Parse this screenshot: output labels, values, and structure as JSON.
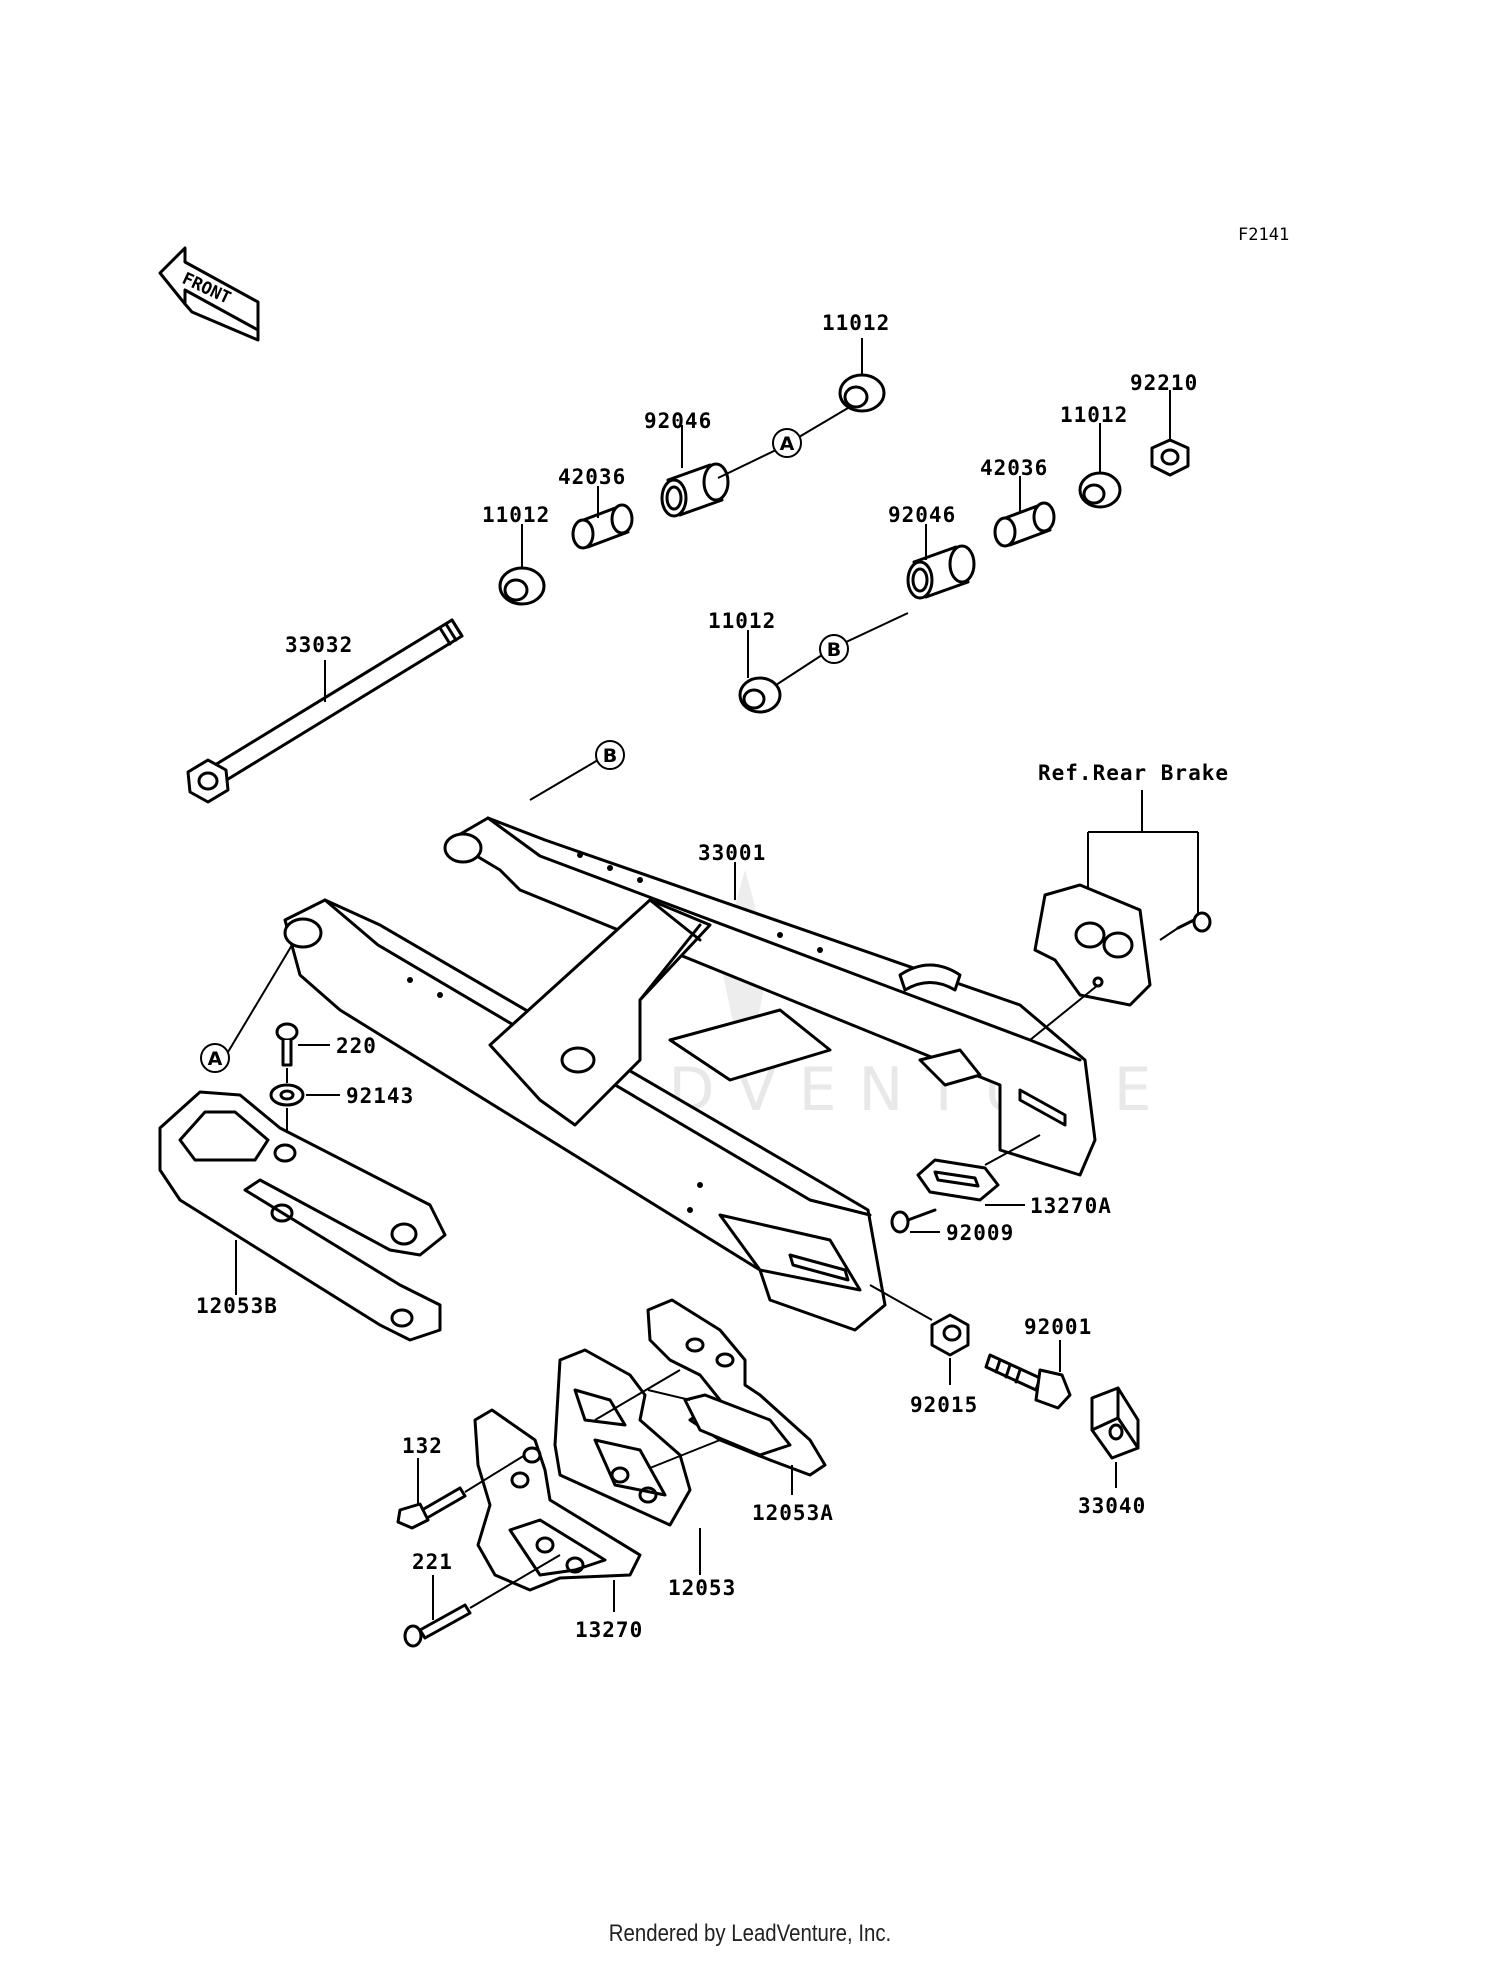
{
  "figure_code": "F2141",
  "front_label": "FRONT",
  "watermark": "LEADVENTURE",
  "footer": "Rendered by LeadVenture, Inc.",
  "ref_note": "Ref.Rear Brake",
  "callouts": {
    "a": "A",
    "b": "B"
  },
  "parts": {
    "p11012_top": "11012",
    "p92210": "92210",
    "p92046_top": "92046",
    "p11012_right": "11012",
    "p42036_left": "42036",
    "p42036_right": "42036",
    "p11012_left": "11012",
    "p92046_mid": "92046",
    "p11012_lower": "11012",
    "p33032": "33032",
    "p33001": "33001",
    "p220": "220",
    "p92143": "92143",
    "p13270a": "13270A",
    "p92009": "92009",
    "p12053b": "12053B",
    "p92001": "92001",
    "p92015": "92015",
    "p132": "132",
    "p12053a": "12053A",
    "p33040": "33040",
    "p221": "221",
    "p12053": "12053",
    "p13270": "13270"
  }
}
